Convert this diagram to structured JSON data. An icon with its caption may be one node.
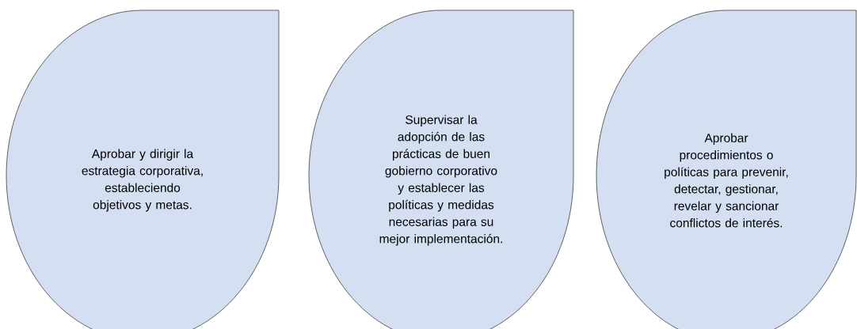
{
  "diagram": {
    "nodes": [
      {
        "text": [
          "Aprobar y dirigir la estrategia corporativa, estableciendo objetivos y metas."
        ]
      },
      {
        "text": [
          "Supervisar la adopción de las prácticas de buen gobierno corporativo y establecer las políticas y medidas necesarias para su mejor implementación."
        ]
      },
      {
        "text": [
          "Aprobar procedimientos o políticas para prevenir, detectar, gestionar, revelar y sancionar conflictos de interés."
        ]
      }
    ]
  }
}
